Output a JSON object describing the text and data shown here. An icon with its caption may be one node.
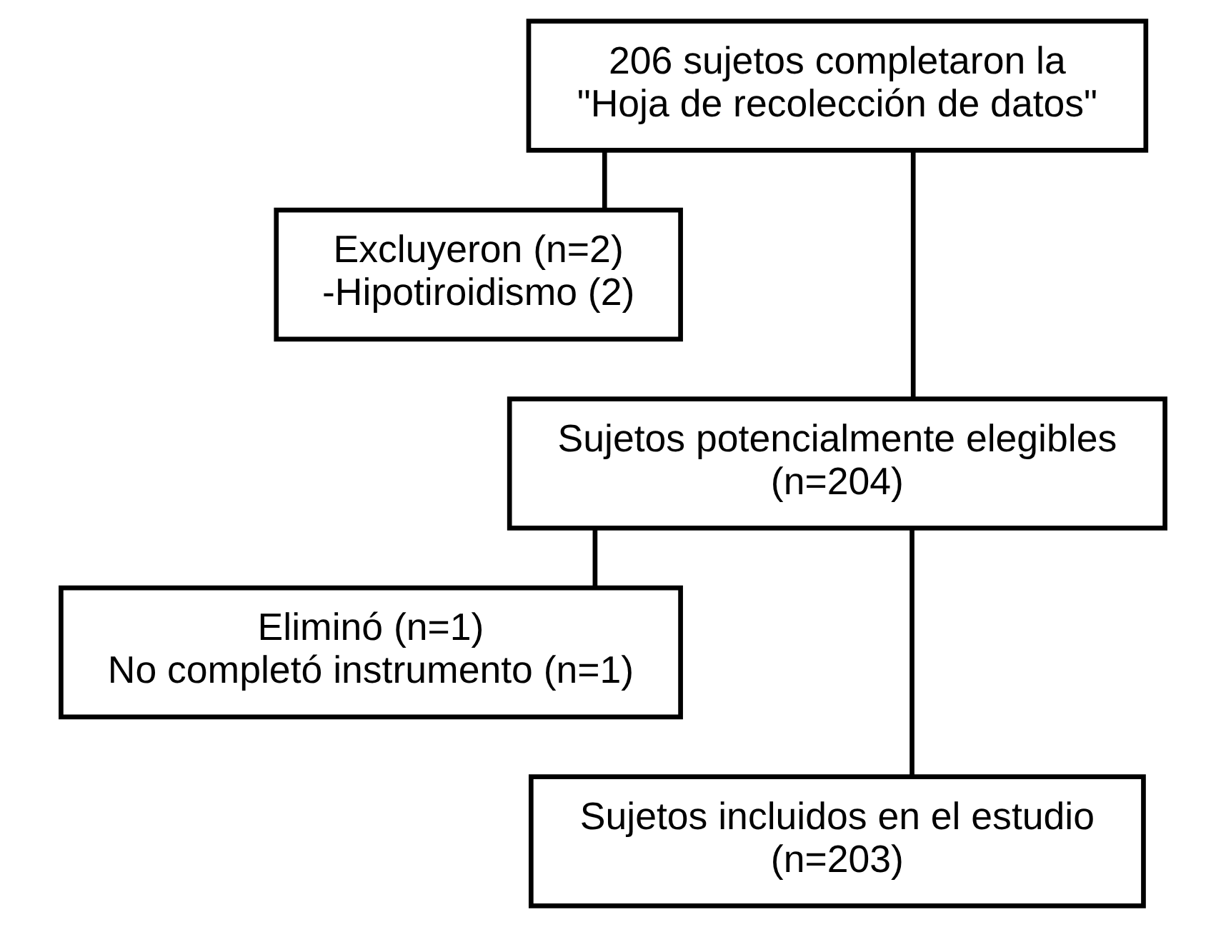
{
  "diagram": {
    "nodes": [
      {
        "text": [
          "206 sujetos completaron la \"Hoja de recolección de datos\""
        ]
      },
      {
        "text": [
          "Excluyeron (n=2)",
          "-Hipotiroidismo (2)"
        ]
      },
      {
        "text": [
          "Sujetos potencialmente elegibles (n=204)"
        ]
      },
      {
        "text": [
          "Eliminó (n=1)",
          "No completó instrumento (n=1)"
        ]
      },
      {
        "text": [
          "Sujetos incluidos en el estudio (n=203)"
        ]
      }
    ],
    "edges": [
      {
        "from": 0,
        "to": 1,
        "arrow": "none"
      },
      {
        "from": 0,
        "to": 2,
        "arrow": "none"
      },
      {
        "from": 2,
        "to": 3,
        "arrow": "none"
      },
      {
        "from": 2,
        "to": 4,
        "arrow": "none"
      }
    ]
  }
}
